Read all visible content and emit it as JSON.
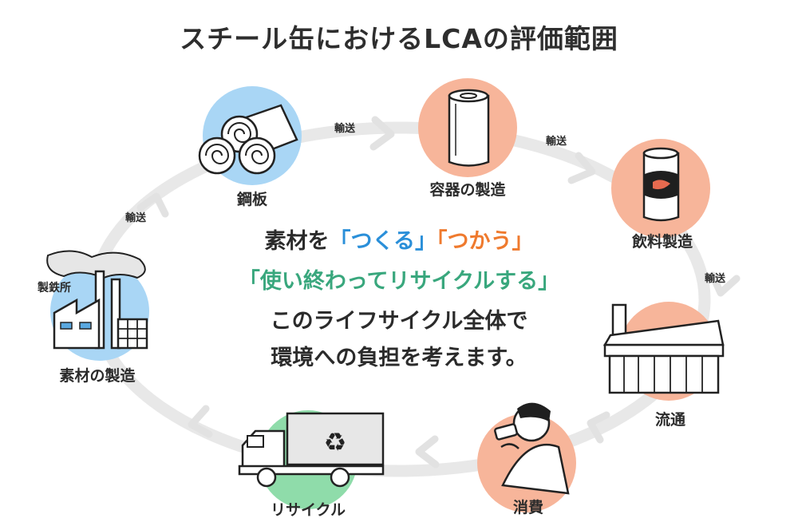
{
  "title": "スチール缶におけるLCAの評価範囲",
  "stages": {
    "steel_plate": "鋼板",
    "can_making": "容器の製造",
    "beverage": "飲料製造",
    "distribution": "流通",
    "consumption": "消費",
    "recycle": "リサイクル",
    "material": "素材の製造",
    "steelworks": "製鉄所"
  },
  "transport": {
    "t1": "輸送",
    "t2": "輸送",
    "t3": "輸送",
    "t4": "輸送"
  },
  "center": {
    "l1_pre": "素材を",
    "l1_tsukuru": "「つくる」",
    "l1_tsukau": "「つかう」",
    "l2": "「使い終わってリサイクルする」",
    "l3": "このライフサイクル全体で",
    "l4": "環境への負担を考えます。"
  },
  "colors": {
    "blue_circle": "#a9d6f5",
    "orange_circle": "#f7b59a",
    "green_circle": "#8fdcaa",
    "cycle_gray": "#e6e6e6",
    "text_blue": "#2a8fd9",
    "text_orange": "#ef7a2e",
    "text_green": "#39a77d"
  },
  "icons": [
    "steel-coil-icon",
    "can-icon",
    "beverage-can-icon",
    "store-icon",
    "drinking-person-icon",
    "recycle-truck-icon",
    "factory-icon"
  ]
}
